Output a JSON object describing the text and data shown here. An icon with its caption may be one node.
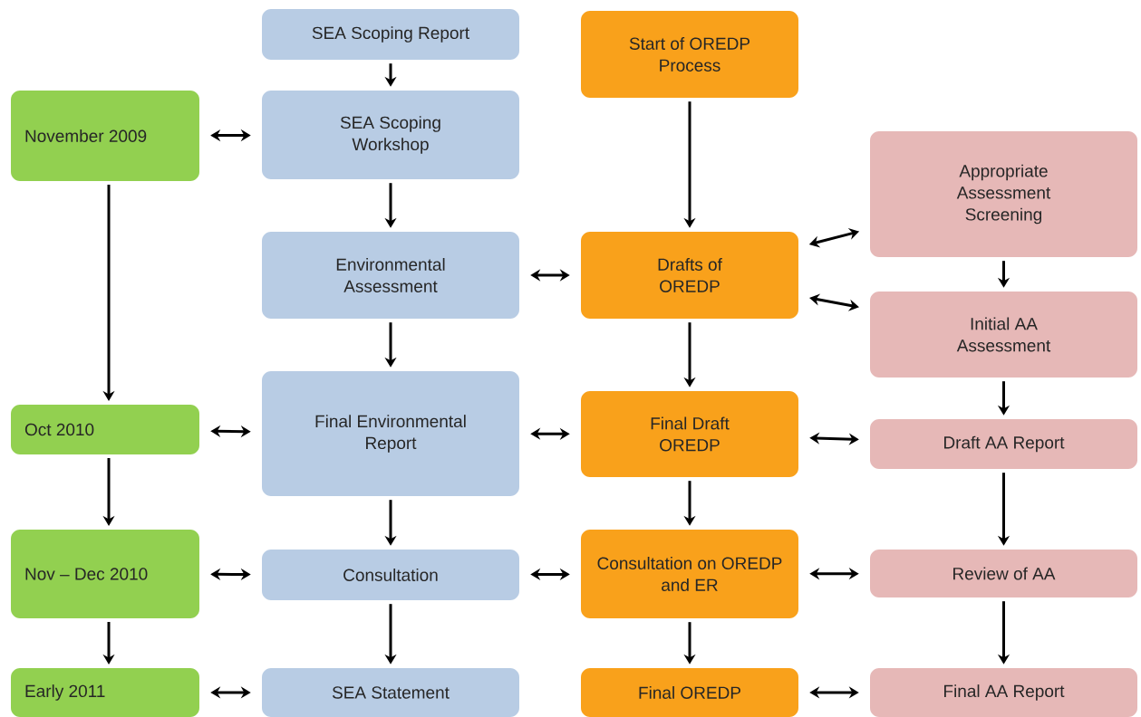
{
  "diagram": {
    "nodes": [
      {
        "text": [
          "November 2009"
        ]
      },
      {
        "text": [
          "Oct 2010"
        ]
      },
      {
        "text": [
          "Nov – Dec 2010"
        ]
      },
      {
        "text": [
          "Early 2011"
        ]
      },
      {
        "text": [
          "SEA Scoping Report"
        ]
      },
      {
        "text": [
          "SEA Scoping Workshop"
        ]
      },
      {
        "text": [
          "Environmental Assessment"
        ]
      },
      {
        "text": [
          "Final Environmental Report"
        ]
      },
      {
        "text": [
          "Consultation"
        ]
      },
      {
        "text": [
          "SEA Statement"
        ]
      },
      {
        "text": [
          "Start of OREDP Process"
        ]
      },
      {
        "text": [
          "Drafts of OREDP"
        ]
      },
      {
        "text": [
          "Final Draft OREDP"
        ]
      },
      {
        "text": [
          "Consultation on OREDP and ER"
        ]
      },
      {
        "text": [
          "Final OREDP"
        ]
      },
      {
        "text": [
          "Appropriate Assessment Screening"
        ]
      },
      {
        "text": [
          "Initial AA Assessment"
        ]
      },
      {
        "text": [
          "Draft AA Report"
        ]
      },
      {
        "text": [
          "Review of AA"
        ]
      },
      {
        "text": [
          "Final AA Report"
        ]
      }
    ],
    "edges": [
      {
        "from": 0,
        "to": 1,
        "arrow": "to"
      },
      {
        "from": 1,
        "to": 2,
        "arrow": "to"
      },
      {
        "from": 2,
        "to": 3,
        "arrow": "to"
      },
      {
        "from": 0,
        "to": 5,
        "arrow": "both"
      },
      {
        "from": 1,
        "to": 7,
        "arrow": "both"
      },
      {
        "from": 2,
        "to": 8,
        "arrow": "both"
      },
      {
        "from": 3,
        "to": 9,
        "arrow": "both"
      },
      {
        "from": 4,
        "to": 5,
        "arrow": "to"
      },
      {
        "from": 5,
        "to": 6,
        "arrow": "to"
      },
      {
        "from": 6,
        "to": 7,
        "arrow": "to"
      },
      {
        "from": 7,
        "to": 8,
        "arrow": "to"
      },
      {
        "from": 8,
        "to": 9,
        "arrow": "to"
      },
      {
        "from": 6,
        "to": 11,
        "arrow": "both"
      },
      {
        "from": 7,
        "to": 12,
        "arrow": "both"
      },
      {
        "from": 8,
        "to": 13,
        "arrow": "both"
      },
      {
        "from": 10,
        "to": 11,
        "arrow": "to"
      },
      {
        "from": 11,
        "to": 12,
        "arrow": "to"
      },
      {
        "from": 12,
        "to": 13,
        "arrow": "to"
      },
      {
        "from": 13,
        "to": 14,
        "arrow": "to"
      },
      {
        "from": 11,
        "to": 15,
        "arrow": "both"
      },
      {
        "from": 11,
        "to": 16,
        "arrow": "both"
      },
      {
        "from": 12,
        "to": 17,
        "arrow": "both"
      },
      {
        "from": 13,
        "to": 18,
        "arrow": "both"
      },
      {
        "from": 14,
        "to": 19,
        "arrow": "both"
      },
      {
        "from": 15,
        "to": 16,
        "arrow": "to"
      },
      {
        "from": 16,
        "to": 17,
        "arrow": "to"
      },
      {
        "from": 17,
        "to": 18,
        "arrow": "to"
      },
      {
        "from": 18,
        "to": 19,
        "arrow": "to"
      }
    ]
  }
}
